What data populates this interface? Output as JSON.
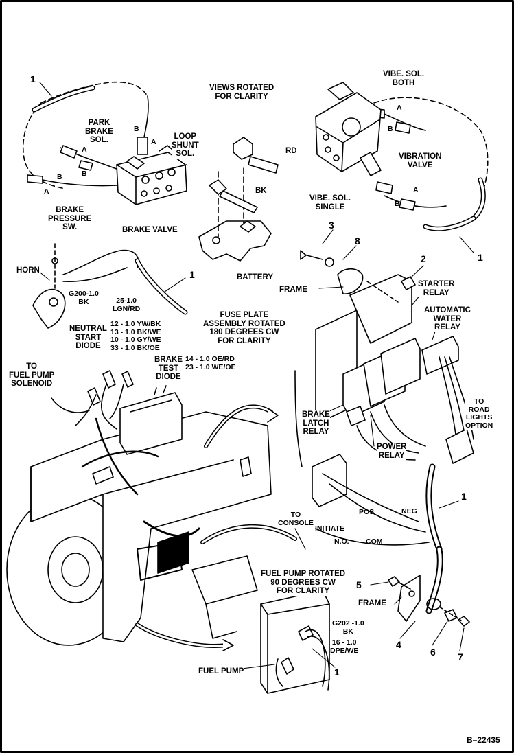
{
  "figure_id": "B–22435",
  "colors": {
    "ink": "#000000",
    "paper": "#ffffff"
  },
  "callouts": {
    "n1_top_left": "1",
    "n1_top_right": "1",
    "n1_horn": "1",
    "n1_right_mid": "1",
    "n1_fuel_pump": "1",
    "n3": "3",
    "n8": "8",
    "n2": "2",
    "n5": "5",
    "n4": "4",
    "n6": "6",
    "n7": "7"
  },
  "labels": {
    "views_rotated": "VIEWS ROTATED\nFOR CLARITY",
    "park_brake_sol": "PARK\nBRAKE\nSOL.",
    "loop_shunt_sol": "LOOP\nSHUNT\nSOL.",
    "brake_pressure_sw": "BRAKE\nPRESSURE\nSW.",
    "brake_valve": "BRAKE VALVE",
    "vibe_sol_both": "VIBE. SOL.\nBOTH",
    "vibration_valve": "VIBRATION\nVALVE",
    "vibe_sol_single": "VIBE. SOL.\nSINGLE",
    "rd": "RD",
    "bk": "BK",
    "battery": "BATTERY",
    "horn": "HORN",
    "horn_wire_1": "G200-1.0\nBK",
    "horn_wire_2": "25-1.0\nLGN/RD",
    "frame_top": "FRAME",
    "starter_relay": "STARTER\nRELAY",
    "automatic_water_relay": "AUTOMATIC\nWATER\nRELAY",
    "fuse_plate": "FUSE PLATE\nASSEMBLY ROTATED\n180 DEGREES CW\nFOR CLARITY",
    "neutral_start_diode": "NEUTRAL\nSTART\nDIODE",
    "neutral_wires": "12 - 1.0 YW/BK\n13 - 1.0 BK/WE\n10 - 1.0 GY/WE\n33 - 1.0 BK/OE",
    "brake_test_diode": "BRAKE\nTEST\nDIODE",
    "brake_wires": "14 - 1.0 OE/RD\n23 - 1.0 WE/OE",
    "to_fuel_pump_solenoid": "TO\nFUEL PUMP\nSOLENOID",
    "to_road_lights": "TO\nROAD\nLIGHTS\nOPTION",
    "brake_latch_relay": "BRAKE\nLATCH\nRELAY",
    "power_relay": "POWER\nRELAY",
    "pos": "POS",
    "neg": "NEG",
    "initiate": "INITIATE",
    "no": "N.O.",
    "com": "COM",
    "to_console": "TO\nCONSOLE",
    "fuel_pump_rotated": "FUEL PUMP ROTATED\n90 DEGREES CW\nFOR CLARITY",
    "frame_bottom": "FRAME",
    "fuel_pump_wire_1": "G202 -1.0\nBK",
    "fuel_pump_wire_2": "16 - 1.0\nDPE/WE",
    "fuel_pump": "FUEL PUMP",
    "a": "A",
    "b": "B"
  }
}
